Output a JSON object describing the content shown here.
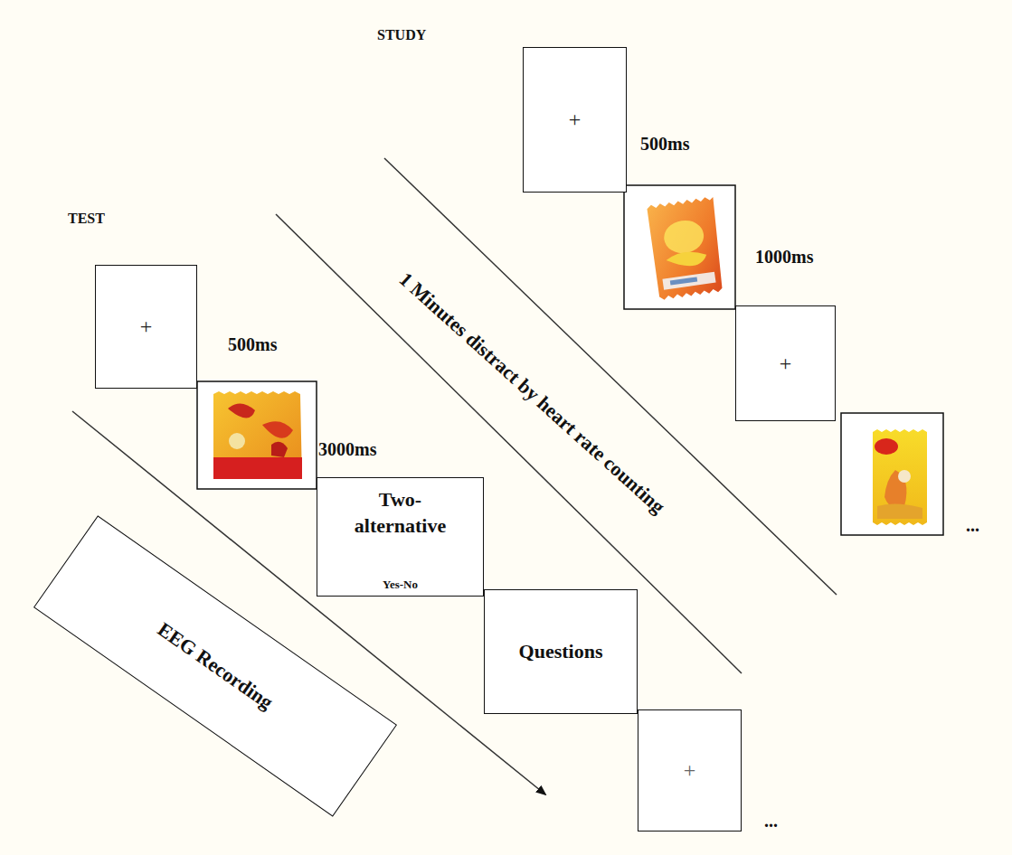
{
  "diagram": {
    "nodes": [
      {
        "text": [
          "+"
        ]
      },
      {
        "text": [
          "+"
        ]
      },
      {
        "text": [
          "+"
        ]
      },
      {
        "text": [
          "Two-alternative",
          "Yes-No"
        ]
      },
      {
        "text": [
          "Questions"
        ]
      },
      {
        "text": [
          "+"
        ]
      },
      {
        "text": [
          "EEG Recording"
        ]
      }
    ],
    "labels": [
      "STUDY",
      "500ms",
      "1000ms",
      "...",
      "1 Minutes distract by heart rate counting",
      "TEST",
      "500ms",
      "3000ms",
      "..."
    ]
  }
}
